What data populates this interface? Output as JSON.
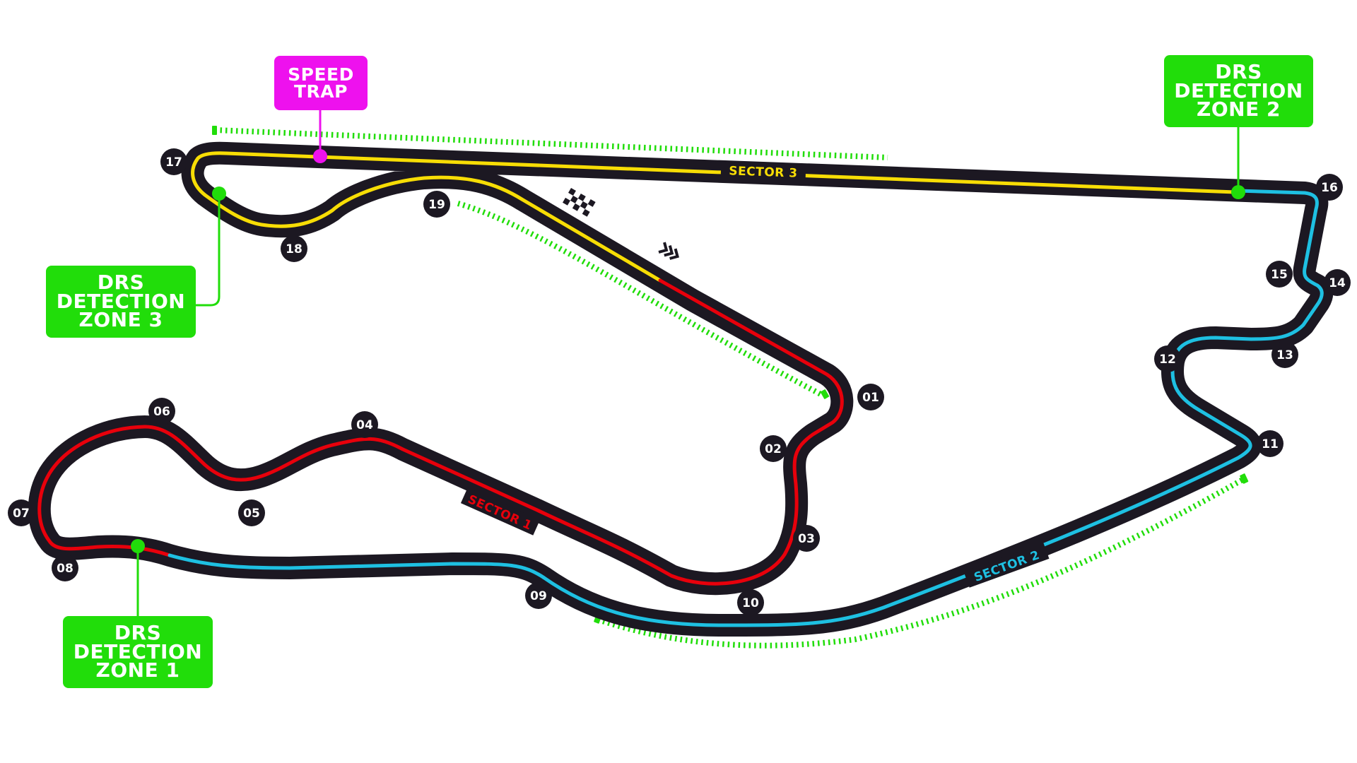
{
  "map": {
    "colors": {
      "track": "#1c1822",
      "sector1": "#e8000b",
      "sector2": "#1ec0e2",
      "sector3": "#f7dd05",
      "drs": "#21dd0a",
      "speed_trap": "#ee11ee",
      "background": "#ffffff"
    },
    "sectors": [
      {
        "id": 1,
        "label": "SECTOR 1",
        "color": "#e8000b"
      },
      {
        "id": 2,
        "label": "SECTOR 2",
        "color": "#1ec0e2"
      },
      {
        "id": 3,
        "label": "SECTOR 3",
        "color": "#f7dd05"
      }
    ],
    "turns": [
      {
        "number": "01"
      },
      {
        "number": "02"
      },
      {
        "number": "03"
      },
      {
        "number": "04"
      },
      {
        "number": "05"
      },
      {
        "number": "06"
      },
      {
        "number": "07"
      },
      {
        "number": "08"
      },
      {
        "number": "09"
      },
      {
        "number": "10"
      },
      {
        "number": "11"
      },
      {
        "number": "12"
      },
      {
        "number": "13"
      },
      {
        "number": "14"
      },
      {
        "number": "15"
      },
      {
        "number": "16"
      },
      {
        "number": "17"
      },
      {
        "number": "18"
      },
      {
        "number": "19"
      }
    ],
    "callouts": {
      "speed_trap": {
        "line1": "SPEED",
        "line2": "TRAP"
      },
      "drs1": {
        "line1": "DRS",
        "line2": "DETECTION",
        "line3": "ZONE 1"
      },
      "drs2": {
        "line1": "DRS",
        "line2": "DETECTION",
        "line3": "ZONE 2"
      },
      "drs3": {
        "line1": "DRS",
        "line2": "DETECTION",
        "line3": "ZONE 3"
      }
    },
    "icons": {
      "start_finish": "checkered-flag-icon",
      "direction": "direction-chevrons-icon"
    }
  }
}
